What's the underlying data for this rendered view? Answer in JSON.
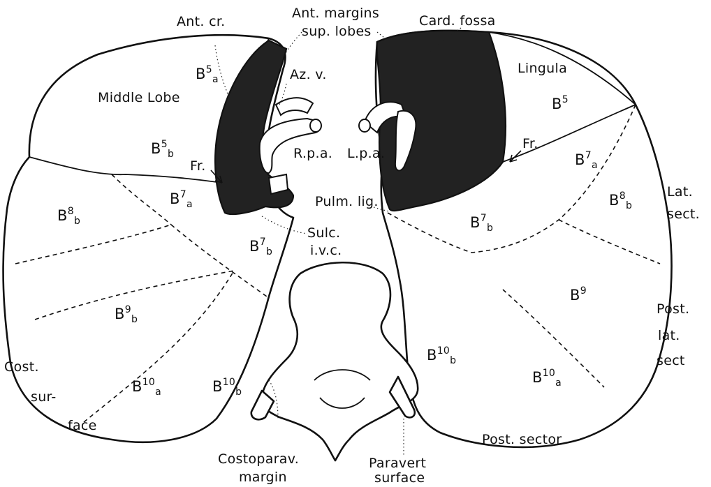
{
  "labels": {
    "ant_cr": "Ant. cr.",
    "ant_margins_1": "Ant. margins",
    "ant_margins_2": "sup. lobes",
    "card_fossa": "Card. fossa",
    "lingula": "Lingula",
    "middle_lobe": "Middle Lobe",
    "az_v": "Az. v.",
    "r_pa": "R.p.a.",
    "l_pa": "L.p.a.",
    "fr_right": "Fr.",
    "fr_left": "Fr.",
    "pulm_lig": "Pulm. lig.",
    "sulc_1": "Sulc.",
    "sulc_2": "i.v.c.",
    "lat_sect_1": "Lat.",
    "lat_sect_2": "sect.",
    "post_lat_1": "Post.",
    "post_lat_2": "lat.",
    "post_lat_3": "sect",
    "cost_surface_1": "Cost.",
    "cost_surface_2": "sur-",
    "cost_surface_3": "face",
    "costoparav_1": "Costoparav.",
    "costoparav_2": "margin",
    "paravert_1": "Paravert",
    "paravert_2": "surface",
    "post_sector": "Post. sector"
  },
  "segments": {
    "r_b5a": {
      "base": "B",
      "sup": "5",
      "sub": "a"
    },
    "r_b5b": {
      "base": "B",
      "sup": "5",
      "sub": "b"
    },
    "r_b7a": {
      "base": "B",
      "sup": "7",
      "sub": "a"
    },
    "r_b8b": {
      "base": "B",
      "sup": "8",
      "sub": "b"
    },
    "r_b7b": {
      "base": "B",
      "sup": "7",
      "sub": "b"
    },
    "r_b9b": {
      "base": "B",
      "sup": "9",
      "sub": "b"
    },
    "r_b10a": {
      "base": "B",
      "sup": "10",
      "sub": "a"
    },
    "r_b10b": {
      "base": "B",
      "sup": "10",
      "sub": "b"
    },
    "l_b5": {
      "base": "B",
      "sup": "5",
      "sub": ""
    },
    "l_b7a": {
      "base": "B",
      "sup": "7",
      "sub": "a"
    },
    "l_b8b": {
      "base": "B",
      "sup": "8",
      "sub": "b"
    },
    "l_b7b": {
      "base": "B",
      "sup": "7",
      "sub": "b"
    },
    "l_b9": {
      "base": "B",
      "sup": "9",
      "sub": ""
    },
    "l_b10b": {
      "base": "B",
      "sup": "10",
      "sub": "b"
    },
    "l_b10a": {
      "base": "B",
      "sup": "10",
      "sub": "a"
    }
  }
}
